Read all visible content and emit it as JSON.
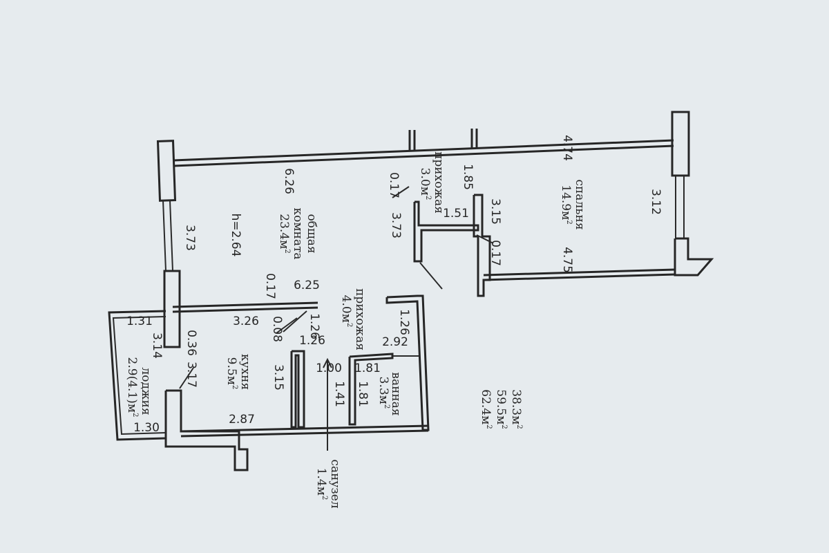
{
  "rooms": {
    "living": {
      "name_line1": "общая",
      "name_line2": "комната",
      "area": "23.4",
      "height": "h=2.64"
    },
    "bedroom": {
      "name": "спальня",
      "area": "14.9"
    },
    "hall_upper": {
      "name": "прихожая",
      "area": "3.0"
    },
    "hall_lower": {
      "name": "прихожая",
      "area": "4.0"
    },
    "kitchen": {
      "name": "кухня",
      "area": "9.5"
    },
    "bath": {
      "name": "ванная",
      "area": "3.3"
    },
    "wc": {
      "name": "санузел",
      "area": "1.4"
    },
    "loggia": {
      "name": "лоджия",
      "area": "2.9(4.1)"
    }
  },
  "unit": "м",
  "unit_sup": "2",
  "dims": {
    "d626": "6.26",
    "d474": "4.74",
    "d312": "3.12",
    "d185": "1.85",
    "d017a": "0.17",
    "d151": "1.51",
    "d315a": "3.15",
    "d017b": "0.17",
    "d373a": "3.73",
    "d475": "4.75",
    "d373b": "3.73",
    "d017c": "0.17",
    "d625": "6.25",
    "d131": "1.31",
    "d314": "3.14",
    "d326": "3.26",
    "d008": "0.08",
    "d126a": "1.26",
    "d126b": "1.26",
    "d292": "2.92",
    "d036": "0.36",
    "d317": "3.17",
    "d315b": "3.15",
    "d100": "1.00",
    "d181a": "1.81",
    "d141": "1.41",
    "d181b": "1.81",
    "d287": "2.87",
    "d130": "1.30"
  },
  "totals": {
    "living": "38.3",
    "total": "59.5",
    "total_full": "62.4"
  }
}
